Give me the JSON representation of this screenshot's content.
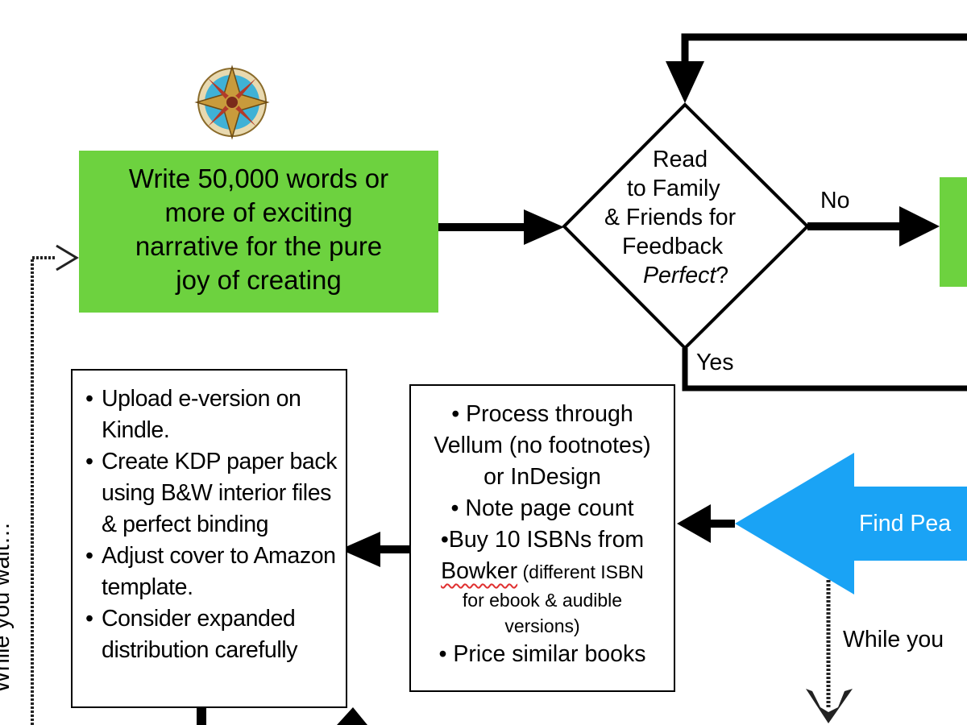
{
  "write_box": {
    "lines": [
      "Write 50,000 words or",
      "more of exciting",
      "narrative for the pure",
      "joy of creating"
    ]
  },
  "decision": {
    "lines": [
      "Read",
      "to Family",
      "& Friends for",
      "Feedback"
    ],
    "last_italic": "Perfect",
    "last_tail": "?"
  },
  "labels": {
    "no": "No",
    "yes": "Yes",
    "find": "Find Pea",
    "while_right": "While you",
    "while_left": "While you wait…"
  },
  "upload_box": {
    "items": [
      "Upload e-version on Kindle.",
      "Create KDP paper back using B&W interior files & perfect binding",
      "Adjust cover to Amazon template.",
      "Consider expanded distribution carefully"
    ]
  },
  "process_box": {
    "line1": "•  Process through",
    "line2": "Vellum (no footnotes)",
    "line3": "or InDesign",
    "line4": "•  Note page count",
    "line5": "•Buy 10 ISBNs from",
    "bowker": "Bowker",
    "bowker_tail": " (different ISBN",
    "line7": "for ebook & audible",
    "line8": "versions)",
    "line9": "• Price similar books"
  },
  "colors": {
    "green": "#6dd23f",
    "blue": "#1aa3f5",
    "black": "#000000"
  }
}
